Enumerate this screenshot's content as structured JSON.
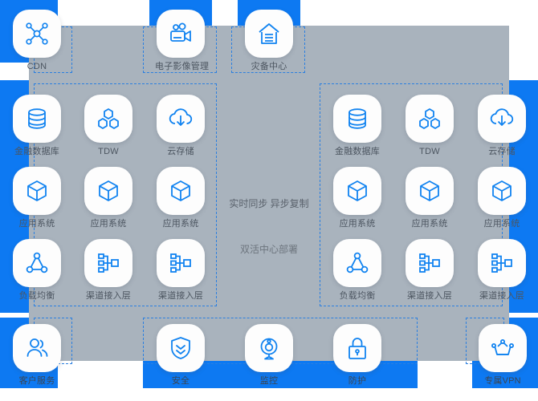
{
  "diagram": {
    "title_hidden": "",
    "colors": {
      "accent_blue": "#0d79f2",
      "panel_grey": "#a9b3bd",
      "card_white": "#fdfdfd",
      "dash_blue": "#2b7fe0",
      "caption_grey": "#4c5560"
    },
    "centre_labels": [
      {
        "text": "实时同步  异步复制"
      },
      {
        "text": "双活中心部署"
      }
    ],
    "top_row": [
      {
        "label": "CDN",
        "icon": "network-nodes-icon"
      },
      {
        "label": "电子影像管理",
        "icon": "video-camera-icon"
      },
      {
        "label": "灾备中心",
        "icon": "warehouse-icon"
      }
    ],
    "left_cluster": {
      "row1": [
        {
          "label": "金融数据库",
          "icon": "database-icon"
        },
        {
          "label": "TDW",
          "icon": "hexagon-cluster-icon"
        },
        {
          "label": "云存储",
          "icon": "cloud-download-icon"
        }
      ],
      "row2": [
        {
          "label": "应用系统",
          "icon": "cube-icon"
        },
        {
          "label": "应用系统",
          "icon": "cube-icon"
        },
        {
          "label": "应用系统",
          "icon": "cube-icon"
        }
      ],
      "row3": [
        {
          "label": "负载均衡",
          "icon": "load-balancer-icon"
        },
        {
          "label": "渠道接入层",
          "icon": "hierarchy-icon"
        },
        {
          "label": "渠道接入层",
          "icon": "hierarchy-icon"
        }
      ]
    },
    "right_cluster": {
      "row1": [
        {
          "label": "金融数据库",
          "icon": "database-icon"
        },
        {
          "label": "TDW",
          "icon": "hexagon-cluster-icon"
        },
        {
          "label": "云存储",
          "icon": "cloud-download-icon"
        }
      ],
      "row2": [
        {
          "label": "应用系统",
          "icon": "cube-icon"
        },
        {
          "label": "应用系统",
          "icon": "cube-icon"
        },
        {
          "label": "应用系统",
          "icon": "cube-icon"
        }
      ],
      "row3": [
        {
          "label": "负载均衡",
          "icon": "load-balancer-icon"
        },
        {
          "label": "渠道接入层",
          "icon": "hierarchy-icon"
        },
        {
          "label": "渠道接入层",
          "icon": "hierarchy-icon"
        }
      ]
    },
    "bottom_row": {
      "left": {
        "label": "客户服务",
        "icon": "users-icon"
      },
      "centre": [
        {
          "label": "安全",
          "icon": "shield-chevron-icon"
        },
        {
          "label": "监控",
          "icon": "camera-monitor-icon"
        },
        {
          "label": "防护",
          "icon": "lock-icon"
        }
      ],
      "right": {
        "label": "专属VPN",
        "icon": "crown-icon"
      }
    }
  }
}
